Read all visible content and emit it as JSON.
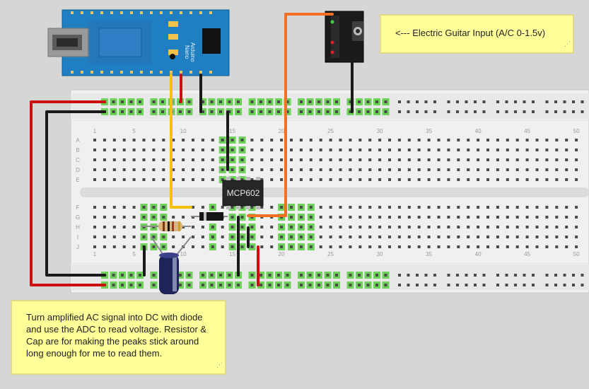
{
  "arduino": {
    "name": "Arduino",
    "model": "Nano"
  },
  "chip": {
    "label": "MCP602"
  },
  "breadboard": {
    "row_letters_top": [
      "A",
      "B",
      "C",
      "D",
      "E"
    ],
    "row_letters_bottom": [
      "F",
      "G",
      "H",
      "I",
      "J"
    ],
    "column_numbers": [
      "1",
      "5",
      "10",
      "15",
      "20",
      "25",
      "30",
      "35",
      "40",
      "45",
      "50"
    ]
  },
  "notes": {
    "guitar_input": "<--- Electric Guitar Input (A/C 0-1.5v)",
    "description": "Turn amplified AC signal into DC with diode and use the ADC to read voltage.  Resistor & Cap are for making the peaks stick around long enough for me to read them."
  },
  "colors": {
    "wire_red": "#cc1010",
    "wire_black": "#1a1a1a",
    "wire_yellow": "#f4c20d",
    "wire_orange": "#f27023",
    "arduino_blue": "#1f7fc1",
    "hole_green": "#6ed15a",
    "note_yellow": "#ffff99"
  }
}
